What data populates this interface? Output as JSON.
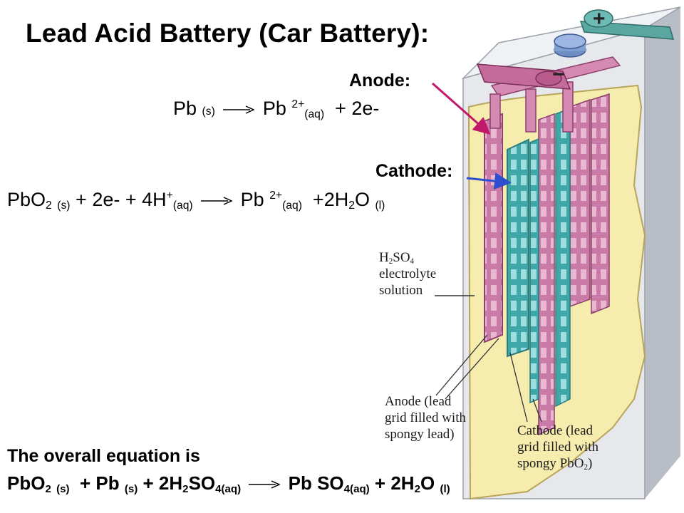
{
  "title": "Lead Acid Battery (Car Battery):",
  "anode": {
    "heading": "Anode:",
    "eq": {
      "a": "Pb",
      "a_state": "(s)",
      "b": "Pb",
      "b_charge": "2+",
      "b_state": "(aq)",
      "c": "+ 2e-"
    }
  },
  "cathode": {
    "heading": "Cathode:",
    "eq": {
      "a": "PbO",
      "a_sub": "2",
      "a_state": "(s)",
      "b": "+ 2e- + 4H",
      "b_charge": "+",
      "b_state": "(aq)",
      "c": "Pb",
      "c_charge": "2+",
      "c_state": "(aq)",
      "d": "+2H",
      "d_sub": "2",
      "d_tail": "O",
      "d_state": "(l)"
    }
  },
  "overall": {
    "heading": "The overall equation is",
    "eq": {
      "a": "PbO",
      "a_sub": "2",
      "a_state": "(s)",
      "b": "+ Pb",
      "b_state": "(s)",
      "c": "+ 2H",
      "c_sub": "2",
      "c_mid": "SO",
      "c_sub2": "4(aq)",
      "d": "Pb SO",
      "d_sub": "4(aq)",
      "e": "+ 2H",
      "e_sub": "2",
      "e_tail": "O",
      "e_state": "(l)"
    }
  },
  "illustration": {
    "h2so4": {
      "formula_a": "H",
      "sub1": "2",
      "formula_b": "SO",
      "sub2": "4",
      "line2": "electrolyte",
      "line3": "solution"
    },
    "anode_label": [
      "Anode (lead",
      "grid filled with",
      "spongy lead)"
    ],
    "cathode_label": {
      "line1": "Cathode (lead",
      "line2": "grid filled with",
      "line3a": "spongy PbO",
      "line3_sub": "2",
      "line3b": ")"
    },
    "terminal_plus": "+",
    "terminal_minus": "−"
  },
  "colors": {
    "anode_plate": "#d58ab3",
    "cathode_plate": "#5dbfbe",
    "electrolyte": "#f6ecae",
    "case": "#e4e6ea",
    "anode_arrow": "#c2186b",
    "cathode_arrow": "#2f4fcf"
  }
}
